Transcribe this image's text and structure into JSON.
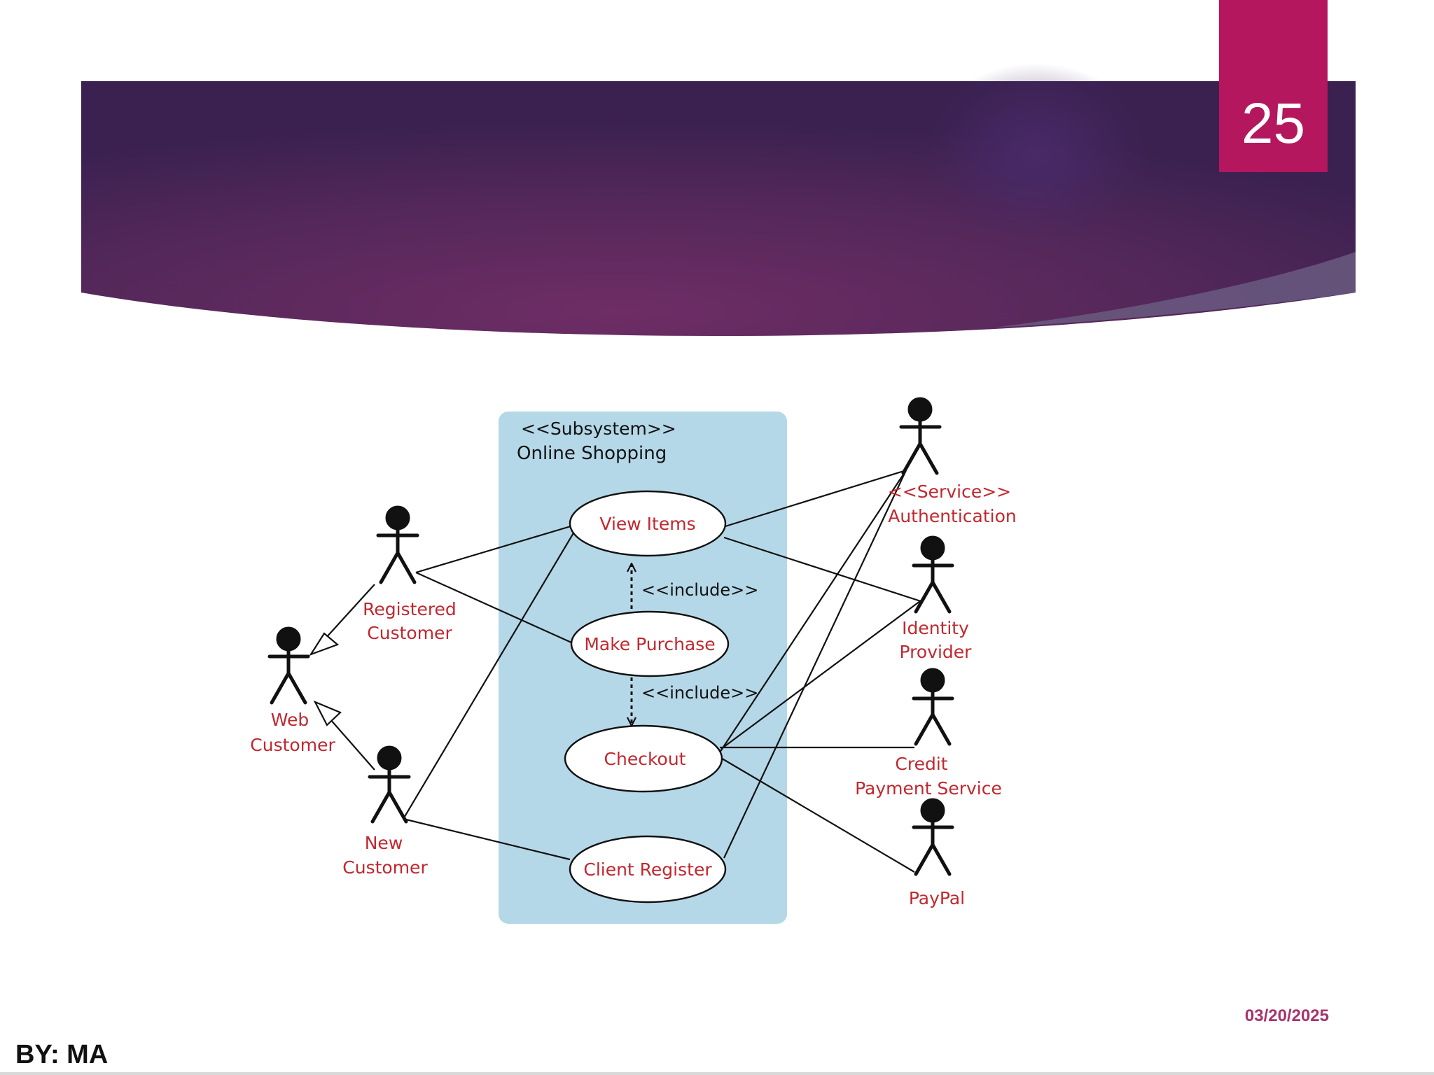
{
  "slide": {
    "page_number": "25",
    "date": "03/20/2025",
    "author": "BY: MA",
    "colors": {
      "banner_dark": "#3b2150",
      "banner_mid": "#6a2d63",
      "page_box": "#b5175f",
      "date": "#a8336b",
      "subsystem_fill": "#b5d8e8",
      "actor_label": "#c0282f"
    }
  },
  "diagram": {
    "subsystem": {
      "stereotype": "<<Subsystem>>",
      "name": "Online Shopping"
    },
    "use_cases": {
      "view_items": "View Items",
      "make_purchase": "Make Purchase",
      "checkout": "Checkout",
      "client_register": "Client Register"
    },
    "include_1": "<<include>>",
    "include_2": "<<include>>",
    "actors": {
      "registered": {
        "line1": "Registered",
        "line2": "Customer"
      },
      "web": {
        "line1": "Web",
        "line2": "Customer"
      },
      "new": {
        "line1": "New",
        "line2": "Customer"
      },
      "auth": {
        "line1": "<<Service>>",
        "line2": "Authentication"
      },
      "identity": {
        "line1": "Identity",
        "line2": "Provider"
      },
      "credit": {
        "line1": "Credit",
        "line2": "Payment Service"
      },
      "paypal": {
        "line1": "PayPal"
      }
    }
  }
}
